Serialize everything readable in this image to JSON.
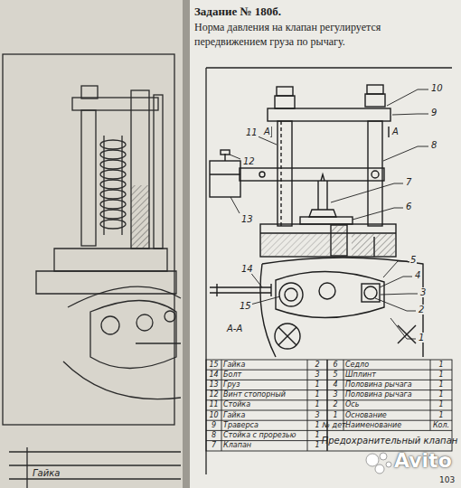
{
  "diagram": {
    "title": "Задание № 180б.",
    "labels": [
      "Норма давления на клапан регулируется передвижением груза по рычагу.",
      "10",
      "9",
      "8",
      "A",
      "A",
      "11",
      "12",
      "13",
      "7",
      "6",
      "5",
      "4",
      "3",
      "2",
      "1",
      "14",
      "15",
      "А-А",
      "15",
      "Гайка",
      "2",
      "14",
      "Болт",
      "3",
      "13",
      "Груз",
      "1",
      "12",
      "Винт стопорный",
      "1",
      "11",
      "Стойка",
      "1",
      "10",
      "Гайка",
      "3",
      "9",
      "Траверса",
      "1",
      "8",
      "Стойка с прорезью",
      "1",
      "7",
      "Клапан",
      "1",
      "6",
      "Седло",
      "1",
      "5",
      "Шплинт",
      "1",
      "4",
      "Половина рычага",
      "1",
      "3",
      "Половина рычага",
      "1",
      "2",
      "Ось",
      "1",
      "1",
      "Основание",
      "1",
      "№ дет.",
      "Наименование",
      "Кол.",
      "Предохранительный клапан",
      "103",
      "Гайка",
      "Avito"
    ]
  }
}
